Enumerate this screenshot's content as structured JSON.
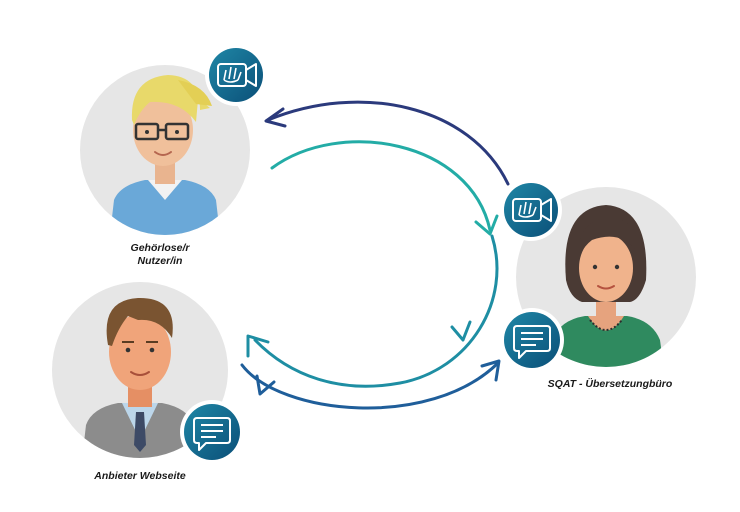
{
  "nodes": {
    "user": {
      "label_line1": "Gehörlose/r",
      "label_line2": "Nutzer/in",
      "badge_icon": "sign-language-video-icon"
    },
    "provider": {
      "label": "Anbieter Webseite",
      "badge_icon": "chat-message-icon"
    },
    "office": {
      "label": "SQAT - Übersetzungbüro",
      "badge_icons": [
        "sign-language-video-icon",
        "chat-message-icon"
      ]
    }
  },
  "colors": {
    "circle_bg": "#e6e6e6",
    "badge_bg": "#0f6f8f",
    "badge_ring": "#ffffff",
    "arrow_dark": "#263a7a",
    "arrow_teal": "#1fa7a4",
    "arrow_mid": "#1c7d99"
  }
}
